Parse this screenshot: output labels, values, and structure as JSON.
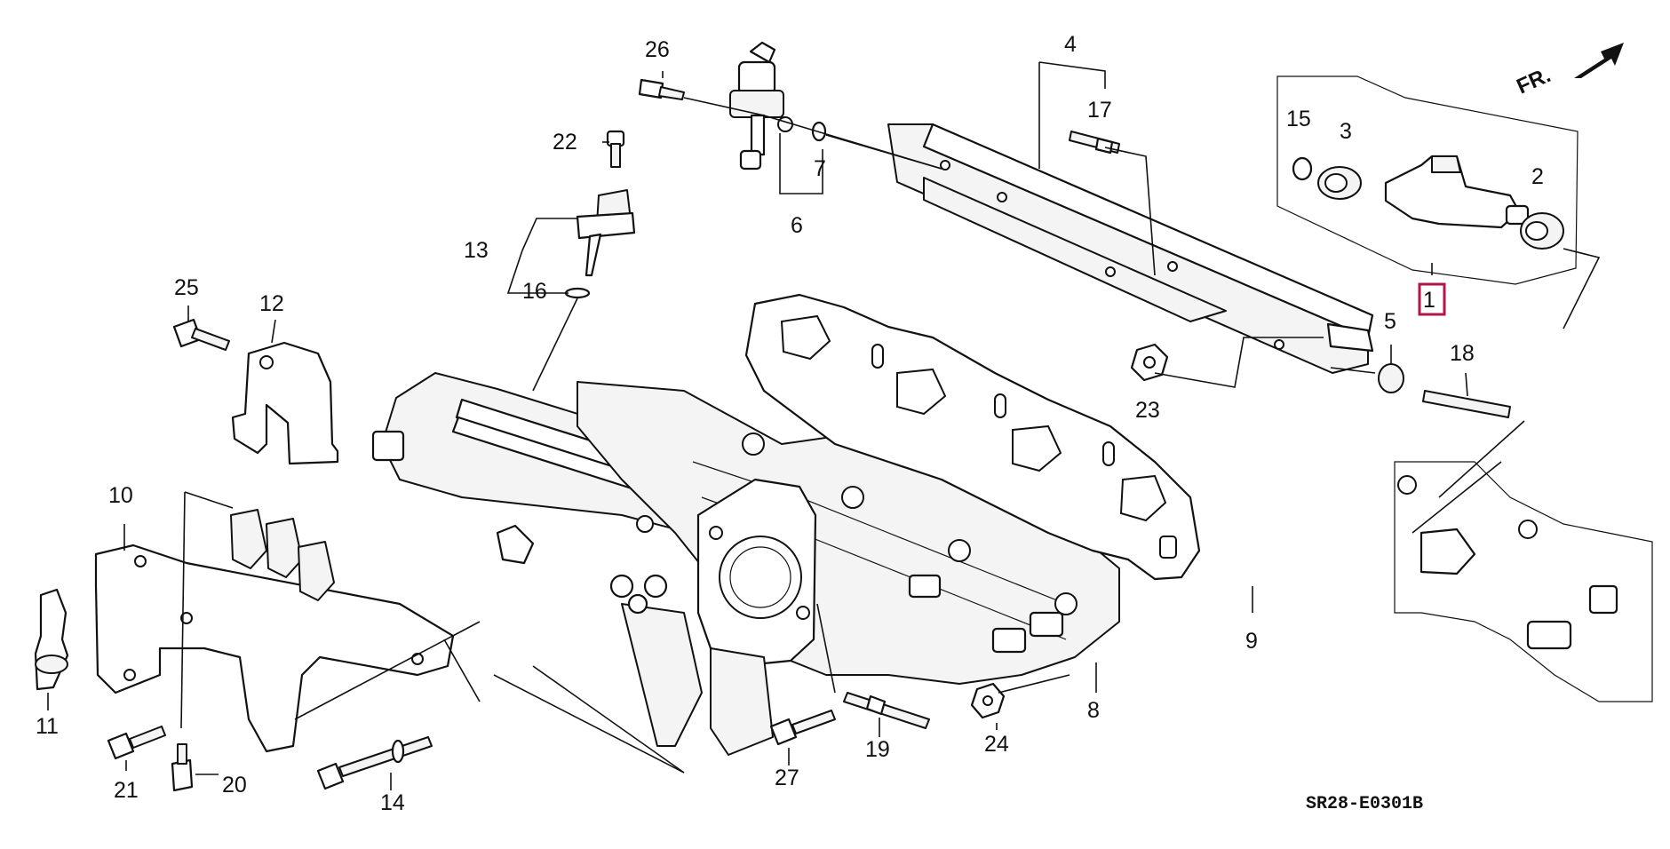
{
  "diagram": {
    "code": "SR28-E0301B",
    "direction": "FR.",
    "highlight_color": "#b0164a",
    "labels": {
      "p1": "1",
      "p2": "2",
      "p3": "3",
      "p4": "4",
      "p5": "5",
      "p6": "6",
      "p7": "7",
      "p8": "8",
      "p9": "9",
      "p10": "10",
      "p11": "11",
      "p12": "12",
      "p13": "13",
      "p14": "14",
      "p15": "15",
      "p16": "16",
      "p17": "17",
      "p18": "18",
      "p19": "19",
      "p20": "20",
      "p21": "21",
      "p22": "22",
      "p23": "23",
      "p24": "24",
      "p25": "25",
      "p26": "26",
      "p27": "27"
    }
  }
}
